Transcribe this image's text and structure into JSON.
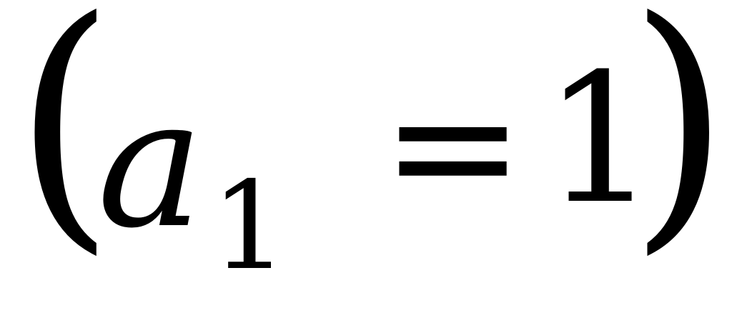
{
  "expression": {
    "left_paren": "(",
    "variable": "a",
    "subscript": "1",
    "operator": "=",
    "value": "1",
    "right_paren": ")"
  },
  "colors": {
    "text": "#000000",
    "background": "#ffffff"
  }
}
